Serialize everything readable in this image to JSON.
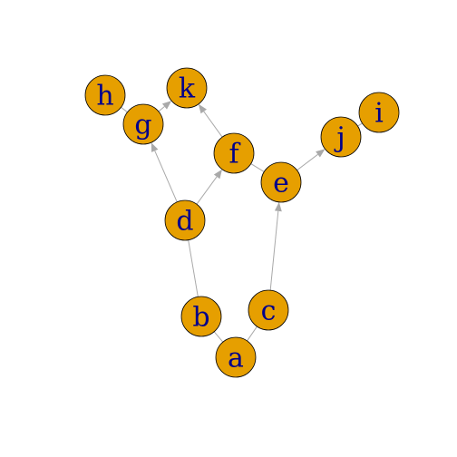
{
  "graph": {
    "directed": true,
    "colors": {
      "node_fill": "#E69F00",
      "node_stroke": "#000000",
      "label": "#00008B",
      "edge": "#A9A9A9"
    },
    "nodes": [
      {
        "id": "a",
        "label": "a"
      },
      {
        "id": "b",
        "label": "b"
      },
      {
        "id": "c",
        "label": "c"
      },
      {
        "id": "d",
        "label": "d"
      },
      {
        "id": "e",
        "label": "e"
      },
      {
        "id": "f",
        "label": "f"
      },
      {
        "id": "g",
        "label": "g"
      },
      {
        "id": "h",
        "label": "h"
      },
      {
        "id": "i",
        "label": "i"
      },
      {
        "id": "j",
        "label": "j"
      },
      {
        "id": "k",
        "label": "k"
      }
    ],
    "edges": [
      {
        "from": "a",
        "to": "b",
        "arrow": false
      },
      {
        "from": "a",
        "to": "c",
        "arrow": false
      },
      {
        "from": "b",
        "to": "d",
        "arrow": false
      },
      {
        "from": "c",
        "to": "e",
        "arrow": true
      },
      {
        "from": "d",
        "to": "f",
        "arrow": true
      },
      {
        "from": "d",
        "to": "g",
        "arrow": true
      },
      {
        "from": "f",
        "to": "e",
        "arrow": false
      },
      {
        "from": "f",
        "to": "k",
        "arrow": true
      },
      {
        "from": "g",
        "to": "k",
        "arrow": true
      },
      {
        "from": "g",
        "to": "h",
        "arrow": false
      },
      {
        "from": "e",
        "to": "j",
        "arrow": true
      },
      {
        "from": "j",
        "to": "i",
        "arrow": false
      }
    ]
  }
}
